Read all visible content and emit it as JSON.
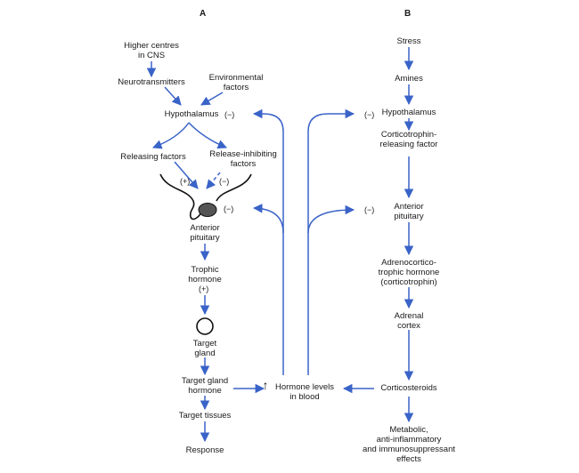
{
  "panels": {
    "a": "A",
    "b": "B"
  },
  "panel_a": {
    "higher_centres": "Higher centres\nin CNS",
    "neurotransmitters": "Neurotransmitters",
    "environmental": "Environmental\nfactors",
    "hypothalamus": "Hypothalamus",
    "releasing": "Releasing factors",
    "inhibiting": "Release-inhibiting\nfactors",
    "anterior_pituitary": "Anterior\npituitary",
    "trophic": "Trophic\nhormone",
    "target_gland": "Target\ngland",
    "target_gland_hormone": "Target gland\nhormone",
    "target_tissues": "Target tissues",
    "response": "Response"
  },
  "center": {
    "hormone_levels": "Hormone levels\nin blood",
    "up_arrow": "↑"
  },
  "panel_b": {
    "stress": "Stress",
    "amines": "Amines",
    "hypothalamus": "Hypothalamus",
    "crf": "Corticotrophin-\nreleasing factor",
    "anterior_pituitary": "Anterior\npituitary",
    "acth": "Adrenocortico-\ntrophic hormone\n(corticotrophin)",
    "adrenal": "Adrenal\ncortex",
    "corticosteroids": "Corticosteroids",
    "effects": "Metabolic,\nanti-inflammatory\nand immunosuppressant\neffects"
  },
  "signs": {
    "plus": "(+)",
    "minus": "(−)"
  },
  "colors": {
    "arrow": "#3a63c8",
    "outline": "#111111",
    "pituitary_fill": "#555555"
  }
}
